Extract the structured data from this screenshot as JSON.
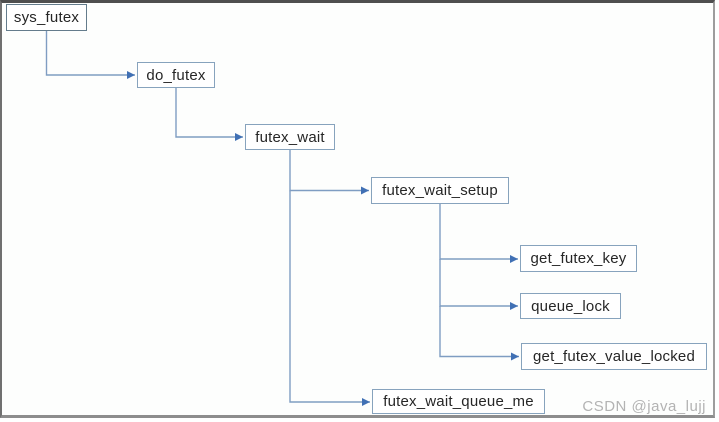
{
  "diagram": {
    "nodes": [
      {
        "id": "sys_futex",
        "label": "sys_futex"
      },
      {
        "id": "do_futex",
        "label": "do_futex"
      },
      {
        "id": "futex_wait",
        "label": "futex_wait"
      },
      {
        "id": "futex_wait_setup",
        "label": "futex_wait_setup"
      },
      {
        "id": "get_futex_key",
        "label": "get_futex_key"
      },
      {
        "id": "queue_lock",
        "label": "queue_lock"
      },
      {
        "id": "get_futex_value_locked",
        "label": "get_futex_value_locked"
      },
      {
        "id": "futex_wait_queue_me",
        "label": "futex_wait_queue_me"
      }
    ],
    "edges": [
      {
        "from": "sys_futex",
        "to": "do_futex"
      },
      {
        "from": "do_futex",
        "to": "futex_wait"
      },
      {
        "from": "futex_wait",
        "to": "futex_wait_setup"
      },
      {
        "from": "futex_wait",
        "to": "futex_wait_queue_me"
      },
      {
        "from": "futex_wait_setup",
        "to": "get_futex_key"
      },
      {
        "from": "futex_wait_setup",
        "to": "queue_lock"
      },
      {
        "from": "futex_wait_setup",
        "to": "get_futex_value_locked"
      }
    ],
    "colors": {
      "connector_line": "#7f9dc2",
      "arrowhead": "#4070b4",
      "box_border": "#87a3bd",
      "box_text": "#262626"
    }
  },
  "watermark": {
    "text": "CSDN @java_lujj",
    "color": "#b3b3b3"
  }
}
